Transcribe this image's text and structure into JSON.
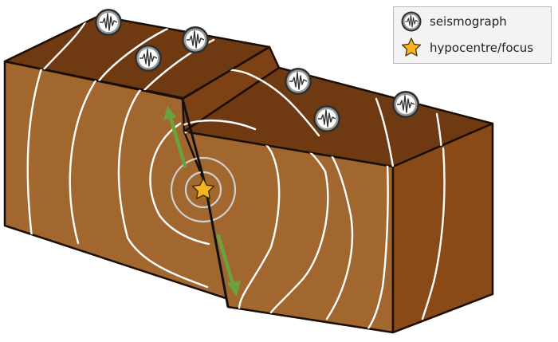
{
  "legend": {
    "items": [
      {
        "label": "seismograph",
        "icon": "seismograph-icon"
      },
      {
        "label": "hypocentre/focus",
        "icon": "star-icon"
      }
    ]
  },
  "colors": {
    "block_front": "#a2672f",
    "block_top": "#6f3a12",
    "block_side": "#8a4a17",
    "wave_lines": "#ffffff",
    "inner_rings": "#cfcfcf",
    "hypocentre_star": "#f6b51f",
    "slip_arrows": "#6aa33d",
    "legend_background": "#f3f3f3"
  },
  "diagram": {
    "seismograph_count": 6,
    "hypocentre_count": 1,
    "slip_arrow_count": 2
  }
}
